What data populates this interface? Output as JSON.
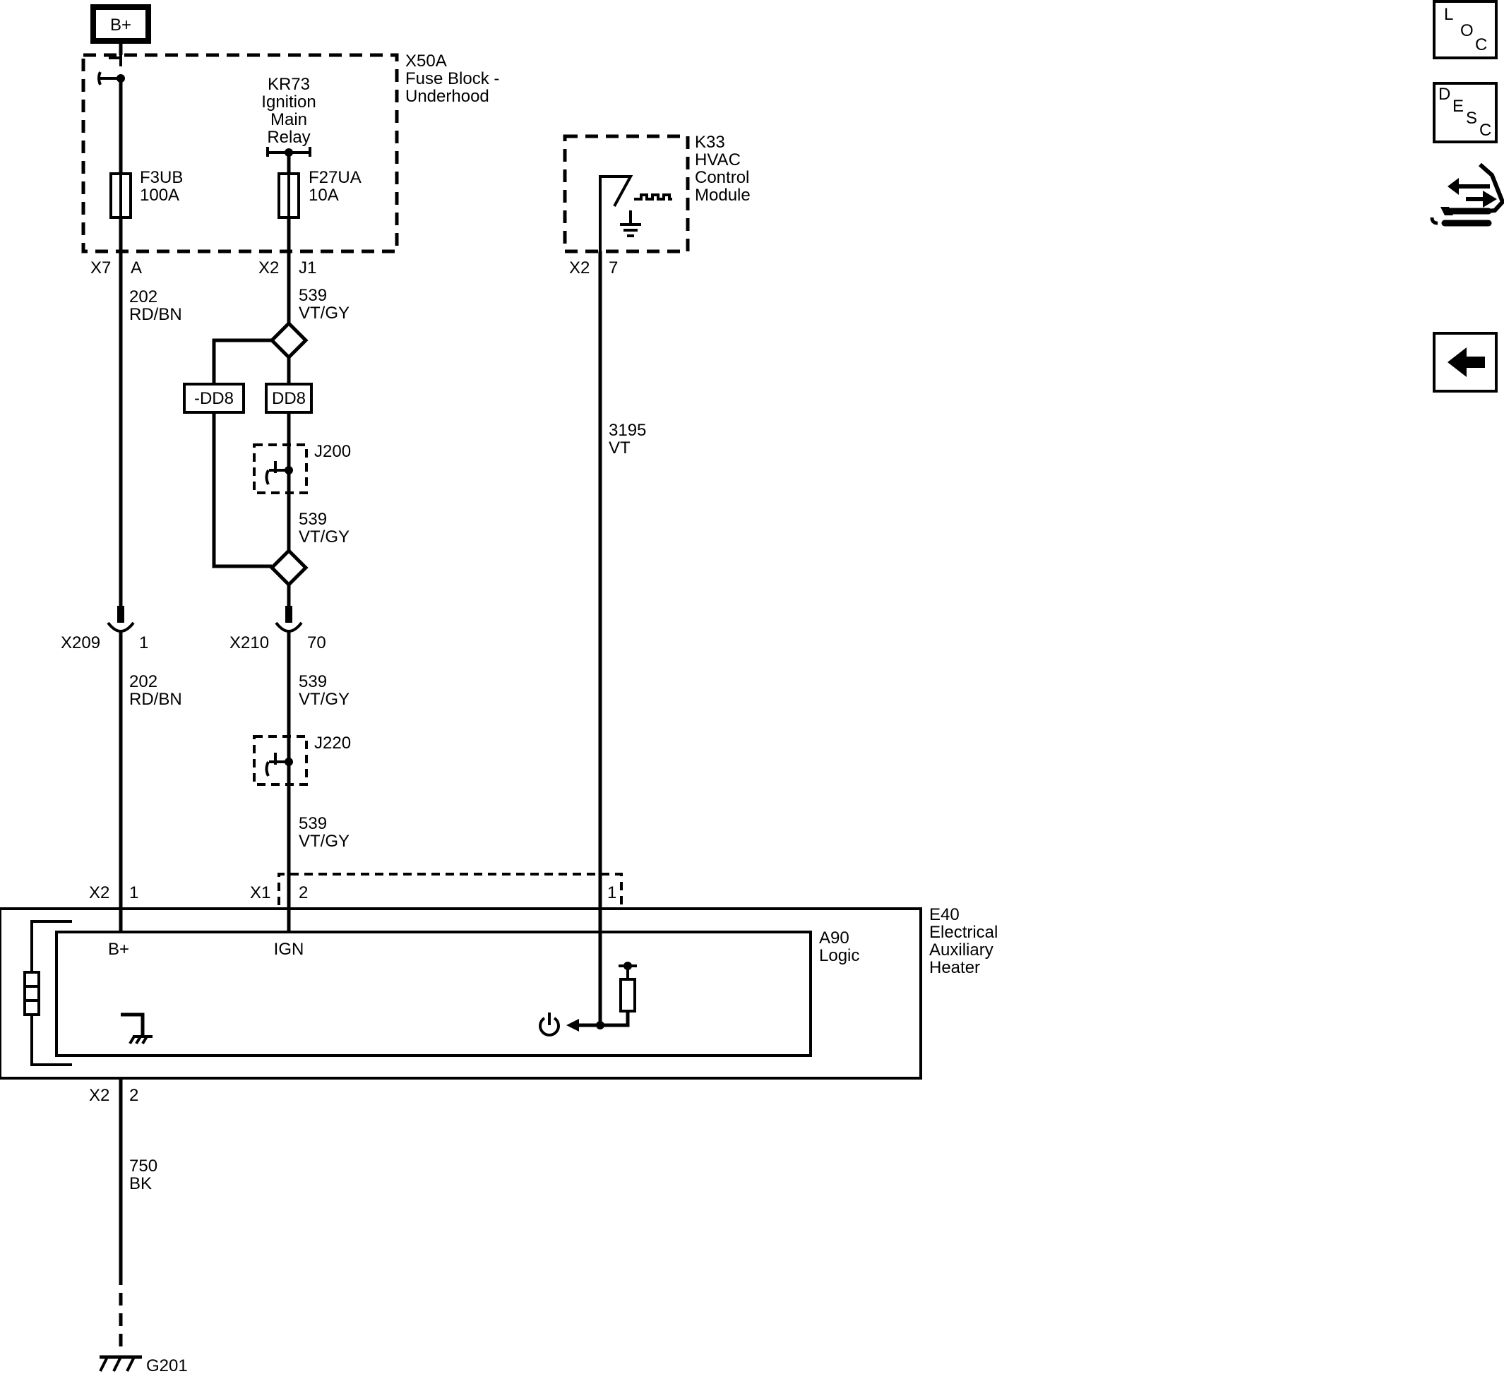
{
  "power": {
    "label": "B+"
  },
  "fuse_block": {
    "id": "X50A",
    "line1": "Fuse Block -",
    "line2": "Underhood"
  },
  "relay": {
    "id": "KR73",
    "line1": "Ignition",
    "line2": "Main",
    "line3": "Relay"
  },
  "fuses": [
    {
      "id": "F3UB",
      "rating": "100A"
    },
    {
      "id": "F27UA",
      "rating": "10A"
    }
  ],
  "hvac_module": {
    "id": "K33",
    "line1": "HVAC",
    "line2": "Control",
    "line3": "Module"
  },
  "connectors": {
    "x7": {
      "name": "X7",
      "pin": "A"
    },
    "x2_fuse": {
      "name": "X2",
      "pin": "J1"
    },
    "x2_hvac": {
      "name": "X2",
      "pin": "7"
    },
    "x209": {
      "name": "X209",
      "pin": "1"
    },
    "x210": {
      "name": "X210",
      "pin": "70"
    },
    "x2_heater": {
      "name": "X2",
      "pin": "1"
    },
    "x1_heater": {
      "name": "X1",
      "pin": "2"
    },
    "x1_pin1": {
      "pin": "1"
    },
    "x2_ground": {
      "name": "X2",
      "pin": "2"
    }
  },
  "wires": {
    "w202_a": {
      "circuit": "202",
      "color": "RD/BN"
    },
    "w539_a": {
      "circuit": "539",
      "color": "VT/GY"
    },
    "w3195": {
      "circuit": "3195",
      "color": "VT"
    },
    "w539_b": {
      "circuit": "539",
      "color": "VT/GY"
    },
    "w202_b": {
      "circuit": "202",
      "color": "RD/BN"
    },
    "w539_c": {
      "circuit": "539",
      "color": "VT/GY"
    },
    "w539_d": {
      "circuit": "539",
      "color": "VT/GY"
    },
    "w750": {
      "circuit": "750",
      "color": "BK"
    }
  },
  "options": {
    "neg": "-DD8",
    "pos": "DD8"
  },
  "splices": {
    "j200": "J200",
    "j220": "J220"
  },
  "heater": {
    "id": "E40",
    "line1": "Electrical",
    "line2": "Auxiliary",
    "line3": "Heater"
  },
  "logic": {
    "id": "A90",
    "line1": "Logic",
    "pin_bplus": "B+",
    "pin_ign": "IGN"
  },
  "ground": {
    "id": "G201"
  },
  "nav": {
    "loc": [
      "L",
      "O",
      "C"
    ],
    "desc": [
      "D",
      "E",
      "S",
      "C"
    ]
  }
}
